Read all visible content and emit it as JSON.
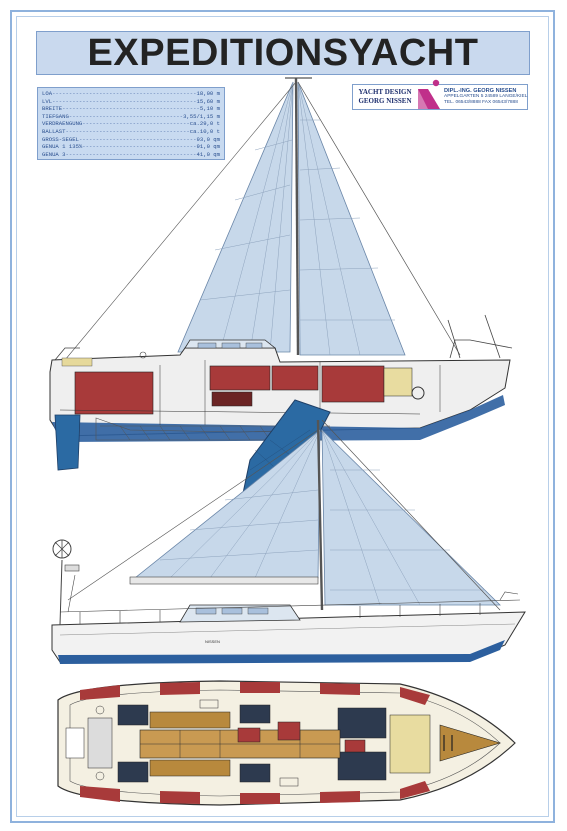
{
  "title": "EXPEDITIONSYACHT",
  "specs": [
    {
      "label": "LOA",
      "value": "18,00 m"
    },
    {
      "label": "LVL",
      "value": "15,60 m"
    },
    {
      "label": "BREITE",
      "value": "5,10 m"
    },
    {
      "label": "TIEFGANG",
      "value": "3,55/1,15 m"
    },
    {
      "label": "VERDRAENGUNG",
      "value": "ca.29,0 t"
    },
    {
      "label": "BALLAST",
      "value": "ca.10,0 t"
    },
    {
      "label": "GROSS-SEGEL",
      "value": "93,0 qm"
    },
    {
      "label": "GENUA 1 135%",
      "value": "91,0 qm"
    },
    {
      "label": "GENUA 3",
      "value": "41,0 qm"
    }
  ],
  "designer": {
    "brand_line1": "YACHT DESIGN",
    "brand_line2": "GEORG NISSEN",
    "name": "DIPL.-ING. GEORG NISSEN",
    "address": "APPELGARTEN 5 24589 LANGE/KIEL",
    "phone": "TEL. 06543/8888 FAX 06543/7888"
  },
  "hull_name": "NISSEN",
  "colors": {
    "sail": "#c7d8ea",
    "hull_stripe": "#2c5f9e",
    "keel": "#2b6aa3",
    "interior_red": "#a83a3a",
    "deck_wood": "#b8893d"
  }
}
